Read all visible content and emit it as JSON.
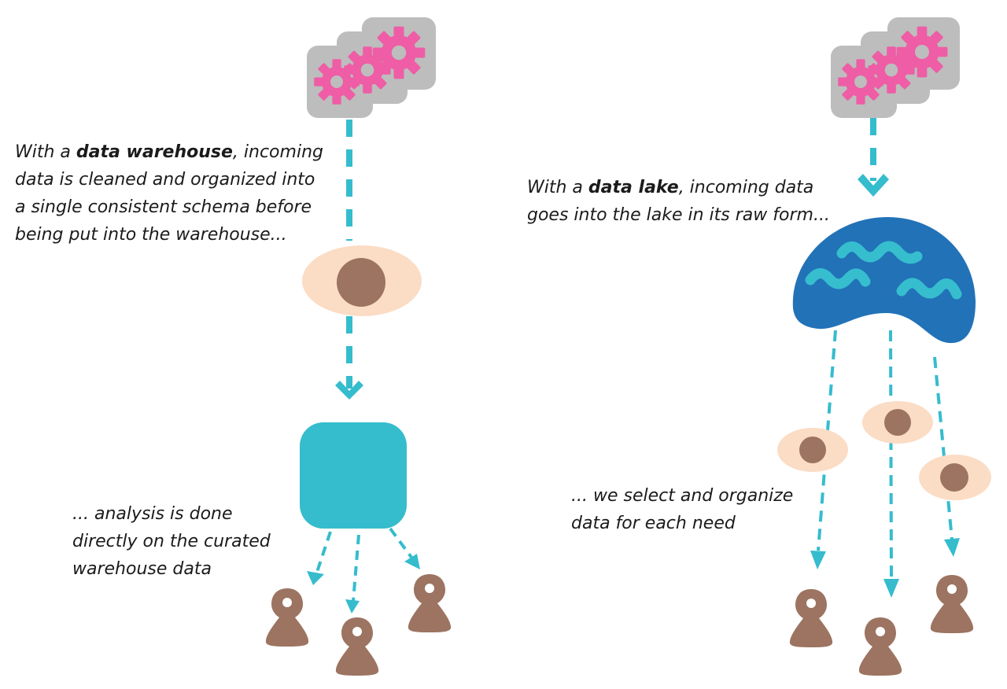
{
  "colors": {
    "process_box": "#bdbdbd",
    "gear": "#ee5da5",
    "flow": "#35bccd",
    "data_blob": "#fbdcc5",
    "data_dot": "#9c7461",
    "warehouse": "#35bccd",
    "lake": "#2272b8",
    "wave": "#36bece",
    "user": "#9c7461"
  },
  "icons": [
    "gear-icon",
    "data-blob-icon",
    "warehouse-box-icon",
    "lake-icon",
    "user-icon",
    "arrow-icon"
  ],
  "warehouse": {
    "intro_prefix": "With a ",
    "intro_term": "data warehouse",
    "intro_suffix": ", incoming data is cleaned and organized into a single consistent schema before being put into the warehouse...",
    "result": "... analysis is done directly on the curated warehouse data"
  },
  "lake": {
    "intro_prefix": "With a ",
    "intro_term": "data lake",
    "intro_suffix": ", incoming data goes into the lake in its raw form...",
    "result": "... we select and organize data for each need"
  }
}
